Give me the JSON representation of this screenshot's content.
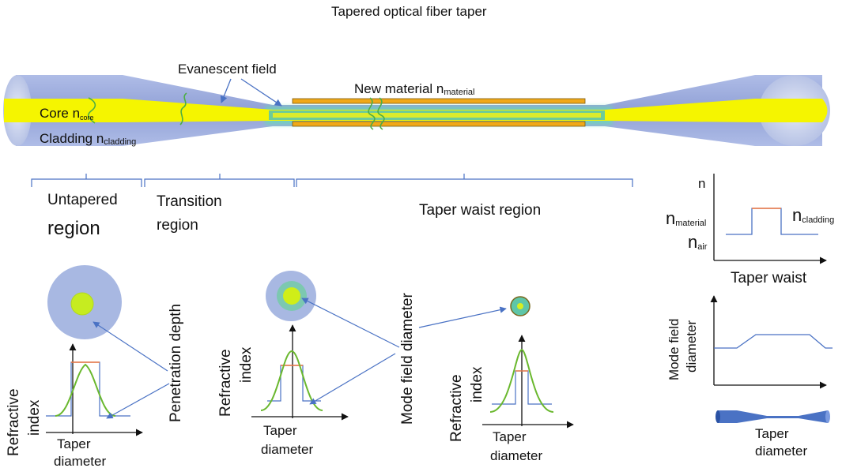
{
  "title": "Tapered optical fiber taper",
  "fiber": {
    "evanescent_label": "Evanescent field",
    "new_material_label": "New material n",
    "new_material_sub": "material",
    "core_label": "Core n",
    "core_sub": "core",
    "cladding_label": "Cladding n",
    "cladding_sub": "cladding"
  },
  "regions": {
    "untapered_1": "Untapered",
    "untapered_2": "region",
    "transition_1": "Transition",
    "transition_2": "region",
    "waist": "Taper waist region"
  },
  "profiles": {
    "refractive_1": "Refractive",
    "refractive_2": "index",
    "taper_1": "Taper",
    "taper_2": "diameter",
    "penetration_depth": "Penetration depth",
    "mode_field_diameter": "Mode field diameter"
  },
  "index_plot": {
    "n_axis": "n",
    "n_material": "n",
    "n_material_sub": "material",
    "n_cladding": "n",
    "n_cladding_sub": "cladding",
    "n_air": "n",
    "n_air_sub": "air",
    "x_label": "Taper waist"
  },
  "mfd_plot": {
    "y_label_1": "Mode field",
    "y_label_2": "diameter",
    "x_label_1": "Taper",
    "x_label_2": "diameter"
  },
  "colors": {
    "cladding": "#8b9fd8",
    "core": "#f5f500",
    "evanescent": "#5ec6a8",
    "material": "#f0a818",
    "arrow": "#4a72c4",
    "step": "#4a72c4",
    "step_top": "#f07840",
    "gauss": "#6ab82e"
  }
}
